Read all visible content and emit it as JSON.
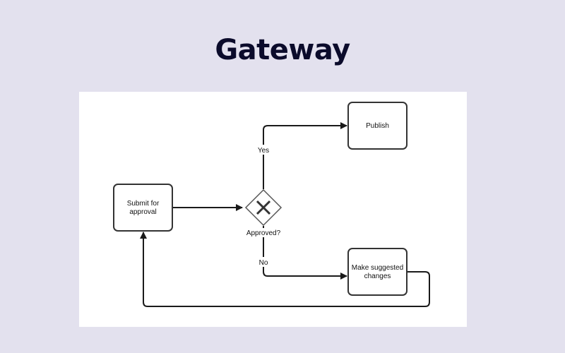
{
  "header": {
    "title": "Gateway"
  },
  "diagram": {
    "tasks": [
      {
        "id": "submit",
        "lines": [
          "Submit for",
          "approval"
        ]
      },
      {
        "id": "publish",
        "lines": [
          "Publish"
        ]
      },
      {
        "id": "changes",
        "lines": [
          "Make suggested",
          "changes"
        ]
      }
    ],
    "gateway": {
      "type": "exclusive",
      "icon": "x-icon",
      "label": "Approved?"
    },
    "edges": [
      {
        "from": "submit",
        "to": "gateway",
        "label": ""
      },
      {
        "from": "gateway",
        "to": "publish",
        "label": "Yes"
      },
      {
        "from": "gateway",
        "to": "changes",
        "label": "No"
      },
      {
        "from": "changes",
        "to": "submit",
        "label": ""
      }
    ],
    "colors": {
      "stroke": "#1a1a1a",
      "task_fill": "#ffffff",
      "background": "#e3e1ee"
    }
  }
}
